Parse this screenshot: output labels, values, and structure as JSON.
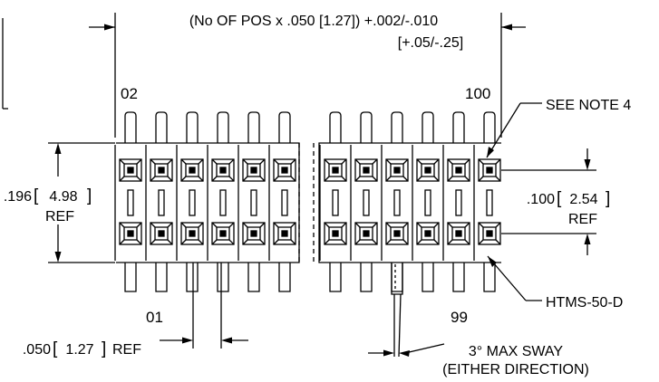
{
  "overall_length": {
    "line1": "(No OF POS x .050 [1.27]) +.002/-.010",
    "line2": "[+.05/-.25]"
  },
  "position_labels": {
    "top_left": "02",
    "top_right": "100",
    "bottom_left": "01",
    "bottom_right": "99"
  },
  "callouts": {
    "note": "SEE NOTE 4",
    "part_number": "HTMS-50-D",
    "sway_line1": "3° MAX SWAY",
    "sway_line2": "(EITHER DIRECTION)"
  },
  "dims": {
    "height_value": ".196",
    "height_metric": "4.98",
    "height_ref": "REF",
    "row_spacing_value": ".100",
    "row_spacing_metric": "2.54",
    "row_spacing_ref": "REF",
    "pitch_value": ".050",
    "pitch_metric": "1.27",
    "pitch_ref": "REF"
  }
}
